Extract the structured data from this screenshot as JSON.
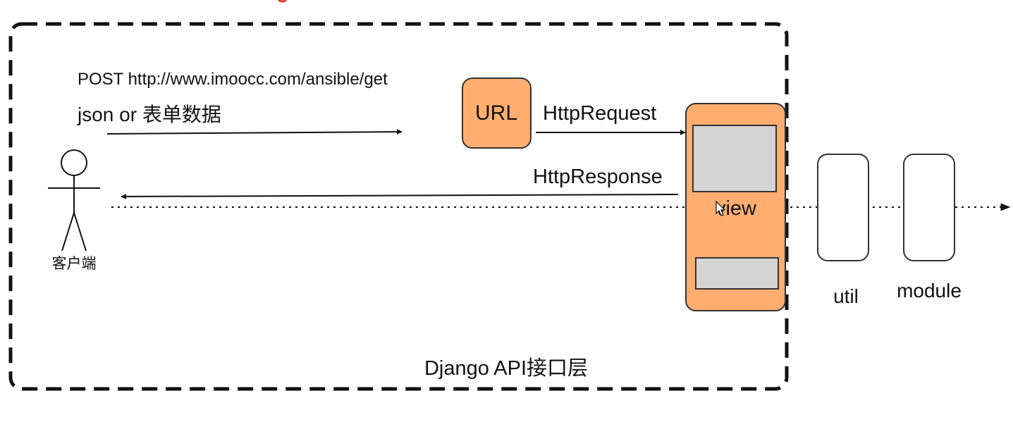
{
  "client": {
    "label": "客户端"
  },
  "request": {
    "url_line": "POST http://www.imoocc.com/ansible/get",
    "payload_line": "json or 表单数据",
    "http_request_label": "HttpRequest",
    "http_response_label": "HttpResponse"
  },
  "nodes": {
    "url_label": "URL",
    "view_label": "view",
    "util_label": "util",
    "module_label": "module"
  },
  "boundary": {
    "label": "Django API接口层"
  },
  "colors": {
    "node_fill": "#ffae70",
    "node_stroke": "#333333",
    "inner_fill": "#d4d4d4",
    "line": "#111111",
    "accent_red": "#e53935"
  }
}
